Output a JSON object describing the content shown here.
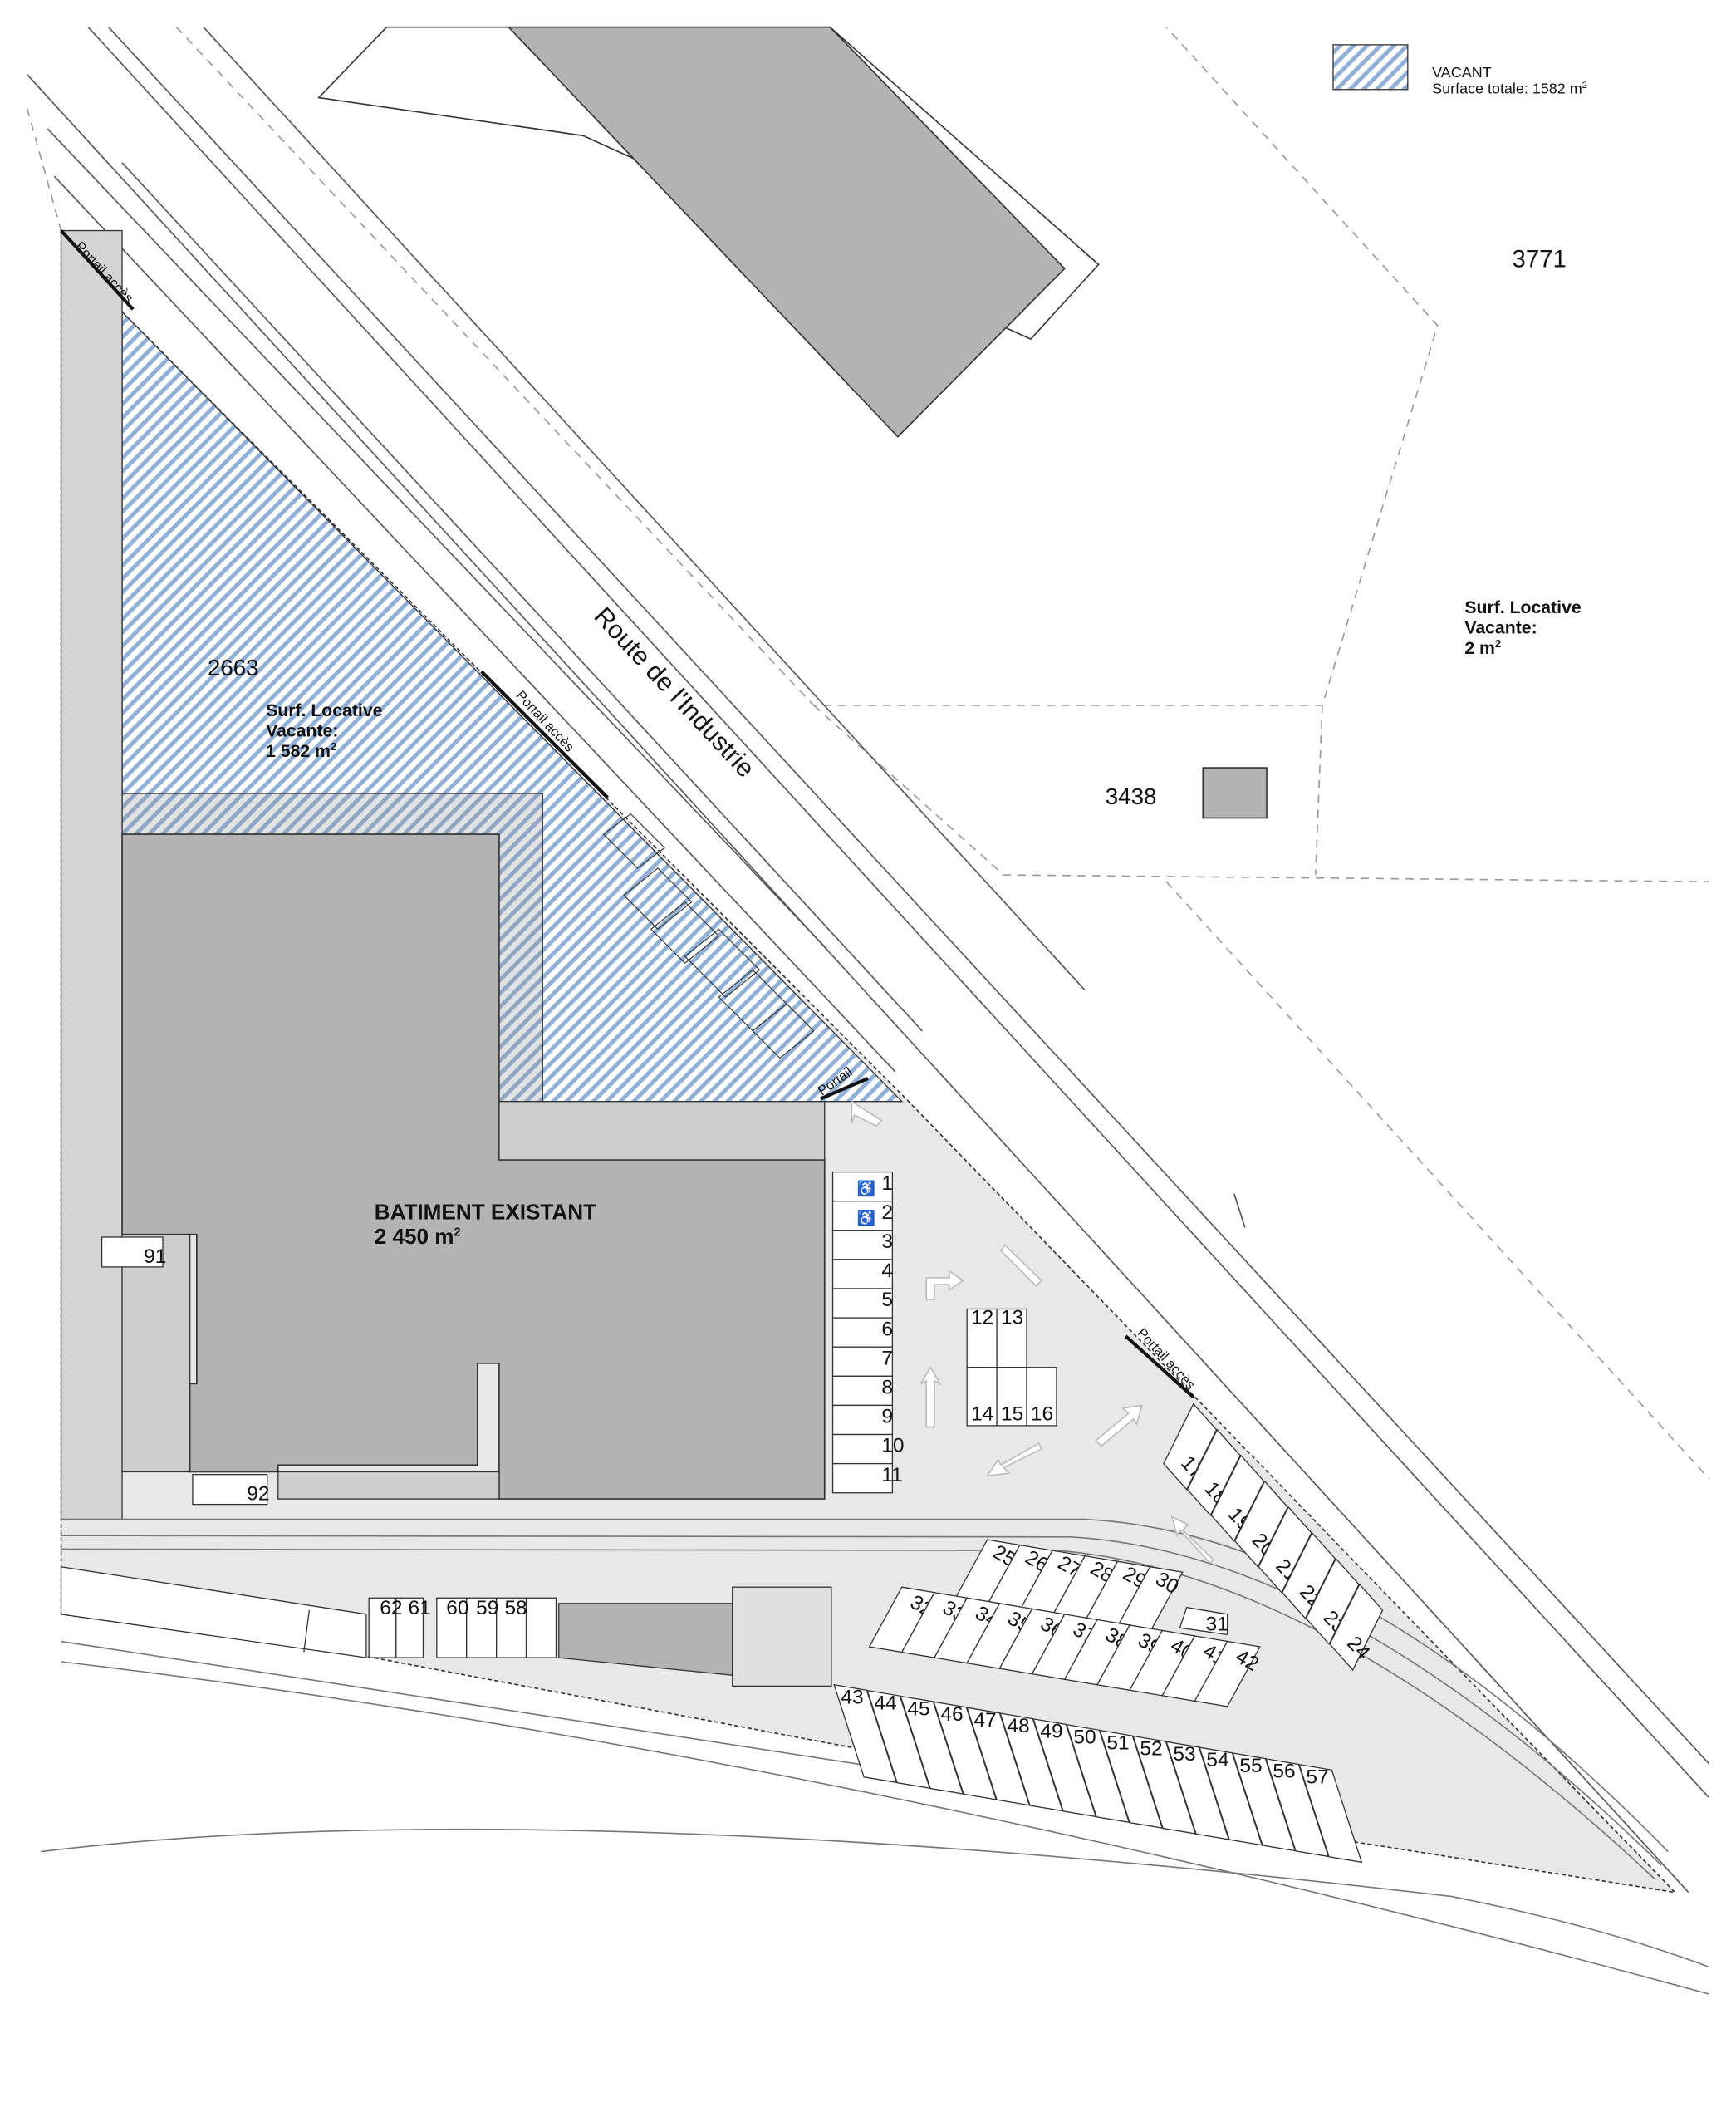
{
  "legend": {
    "label": "VACANT",
    "surface_text": "Surface totale:  1582 m",
    "surface_sup": "2",
    "hatch_color": "#8fb0d8"
  },
  "parcels": {
    "p2663": "2663",
    "p3771": "3771",
    "p3438": "3438"
  },
  "road": {
    "name": "Route de l'Industrie"
  },
  "vacant_main": {
    "line1": "Surf. Locative",
    "line2": "Vacante:",
    "line3": "1 582 m",
    "sup": "2"
  },
  "vacant_small": {
    "line1": "Surf. Locative",
    "line2": "Vacante:",
    "line3": "2 m",
    "sup": "2"
  },
  "building": {
    "name": "BATIMENT EXISTANT",
    "area": "2 450 m",
    "sup": "2"
  },
  "gates": {
    "gate1": "Portail accès",
    "gate2": "Portail accès",
    "gate3": "Portail",
    "gate4": "Portail accès"
  },
  "parking_column": [
    "1",
    "2",
    "3",
    "4",
    "5",
    "6",
    "7",
    "8",
    "9",
    "10",
    "11"
  ],
  "parking_block": [
    "12",
    "13",
    "14",
    "15",
    "16"
  ],
  "parking_diag_right": [
    "17",
    "18",
    "19",
    "20",
    "21",
    "22",
    "23",
    "24"
  ],
  "parking_row_upper": [
    "25",
    "26",
    "27",
    "28",
    "29",
    "30"
  ],
  "parking_single": "31",
  "parking_row_lower": [
    "32",
    "33",
    "34",
    "35",
    "36",
    "37",
    "38",
    "39",
    "40",
    "41",
    "42"
  ],
  "parking_row_bottom": [
    "43",
    "44",
    "45",
    "46",
    "47",
    "48",
    "49",
    "50",
    "51",
    "52",
    "53",
    "54",
    "55",
    "56",
    "57"
  ],
  "parking_left_group": [
    "62",
    "61",
    "60",
    "59",
    "58"
  ],
  "parking_misc": {
    "p91": "91",
    "p92": "92"
  },
  "colors": {
    "building": "#b3b3b3",
    "ground": "#e8e8e8",
    "ground_dark": "#d4d4d4",
    "line": "#333333",
    "dash": "#999999"
  }
}
